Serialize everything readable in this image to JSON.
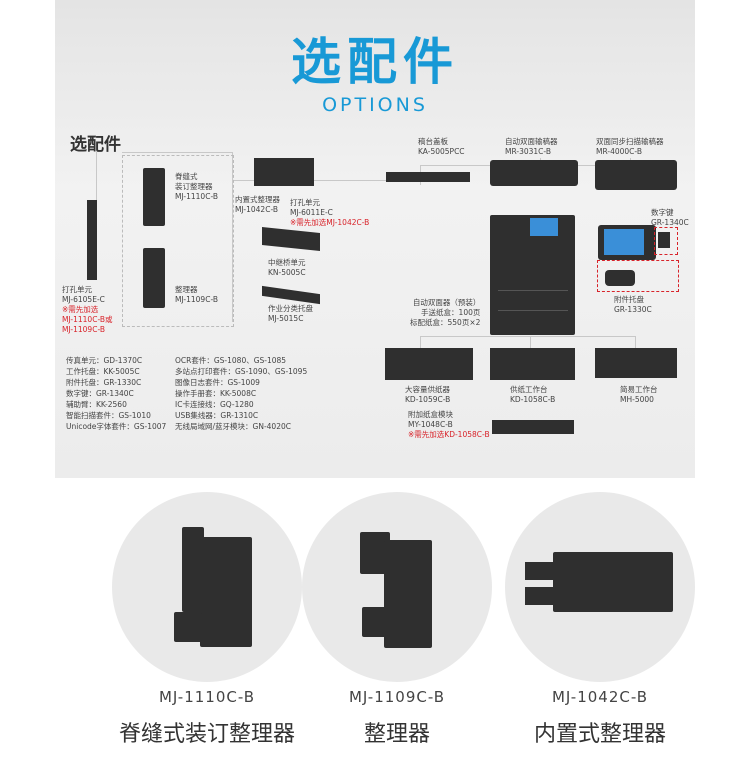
{
  "header": {
    "title": "选配件",
    "subtitle": "OPTIONS"
  },
  "section_label": "选配件",
  "components": {
    "punch_left": {
      "name": "打孔单元",
      "model": "MJ-6105E-C",
      "note1": "※需先加选",
      "note2": "MJ-1110C-B或",
      "note3": "MJ-1109C-B"
    },
    "saddle_finisher": {
      "name1": "脊缝式",
      "name2": "装订整理器",
      "model": "MJ-1110C-B"
    },
    "finisher": {
      "name": "整理器",
      "model": "MJ-1109C-B"
    },
    "inner_finisher": {
      "name": "内置式整理器",
      "model": "MJ-1042C-B"
    },
    "punch_unit": {
      "name": "打孔单元",
      "model": "MJ-6011E-C",
      "note": "※需先加选MJ-1042C-B"
    },
    "bridge": {
      "name": "中继桥单元",
      "model": "KN-5005C"
    },
    "job_sep": {
      "name": "作业分类托盘",
      "model": "MJ-5015C"
    },
    "platen": {
      "name": "稿台盖板",
      "model": "KA-5005PCC"
    },
    "radf": {
      "name": "自动双面输稿器",
      "model": "MR-3031C-B"
    },
    "dsdf": {
      "name": "双面同步扫描输稿器",
      "model": "MR-4000C-B"
    },
    "keypad": {
      "name": "数字键",
      "model": "GR-1340C"
    },
    "attach_tray": {
      "name": "附件托盘",
      "model": "GR-1330C"
    },
    "duplex_note": {
      "line1": "自动双面器（预装）",
      "line2": "手送纸盒：100页",
      "line3": "标配纸盒：550页×2"
    },
    "lcf": {
      "name": "大容量供纸器",
      "model": "KD-1059C-B"
    },
    "paper_feed": {
      "name": "供纸工作台",
      "model": "KD-1058C-B"
    },
    "stand": {
      "name": "简易工作台",
      "model": "MH-5000"
    },
    "extra_tray": {
      "name": "附加纸盒模块",
      "model": "MY-1048C-B",
      "note": "※需先加选KD-1058C-B"
    }
  },
  "accessories_col1": [
    "传真单元：GD-1370C",
    "工作托盘：KK-5005C",
    "附件托盘：GR-1330C",
    "数字键：GR-1340C",
    "辅助臂：KK-2560",
    "智能扫描套件：GS-1010",
    "Unicode字体套件：GS-1007"
  ],
  "accessories_col2": [
    "OCR套件：GS-1080、GS-1085",
    "多站点打印套件：GS-1090、GS-1095",
    "图像日志套件：GS-1009",
    "操作手册套：KK-5008C",
    "IC卡连接线：GQ-1280",
    "USB集线器：GR-1310C",
    "无线局域网/蓝牙模块：GN-4020C"
  ],
  "products": [
    {
      "model": "MJ-1110C-B",
      "name": "脊缝式装订整理器"
    },
    {
      "model": "MJ-1109C-B",
      "name": "整理器"
    },
    {
      "model": "MJ-1042C-B",
      "name": "内置式整理器"
    }
  ]
}
